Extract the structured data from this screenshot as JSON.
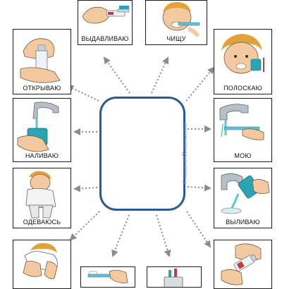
{
  "colors": {
    "frame": "#2b5a93",
    "arrow": "#8c8c8c",
    "skin": "#f2c9a0",
    "hair": "#e2a23b",
    "water": "#5ec3d6",
    "cup": "#2aa4b5",
    "steel": "#b9bfc6"
  },
  "watermark": "#занятиеКоняхиной",
  "cards": [
    {
      "id": "squeeze",
      "label": "ВЫДАВЛИВАЮ",
      "icon": "toothpaste-squeeze-icon"
    },
    {
      "id": "brush",
      "label": "ЧИЩУ",
      "icon": "brushing-teeth-icon"
    },
    {
      "id": "open",
      "label": "ОТКРЫВАЮ",
      "icon": "open-tube-icon"
    },
    {
      "id": "rinse",
      "label": "ПОЛОСКАЮ",
      "icon": "rinse-mouth-icon"
    },
    {
      "id": "pour",
      "label": "НАЛИВАЮ",
      "icon": "fill-cup-icon"
    },
    {
      "id": "wash",
      "label": "МОЮ",
      "icon": "wash-brush-icon"
    },
    {
      "id": "dress",
      "label": "ОДЕВАЮСЬ",
      "icon": "dressing-icon"
    },
    {
      "id": "empty",
      "label": "ВЫЛИВАЮ",
      "icon": "pour-out-icon"
    },
    {
      "id": "towel",
      "label": "",
      "icon": "towel-face-icon"
    },
    {
      "id": "bottom1",
      "label": "",
      "icon": "toothbrush-icon"
    },
    {
      "id": "bottom2",
      "label": "",
      "icon": "brush-cup-icon"
    },
    {
      "id": "cap",
      "label": "",
      "icon": "close-cap-icon"
    }
  ]
}
